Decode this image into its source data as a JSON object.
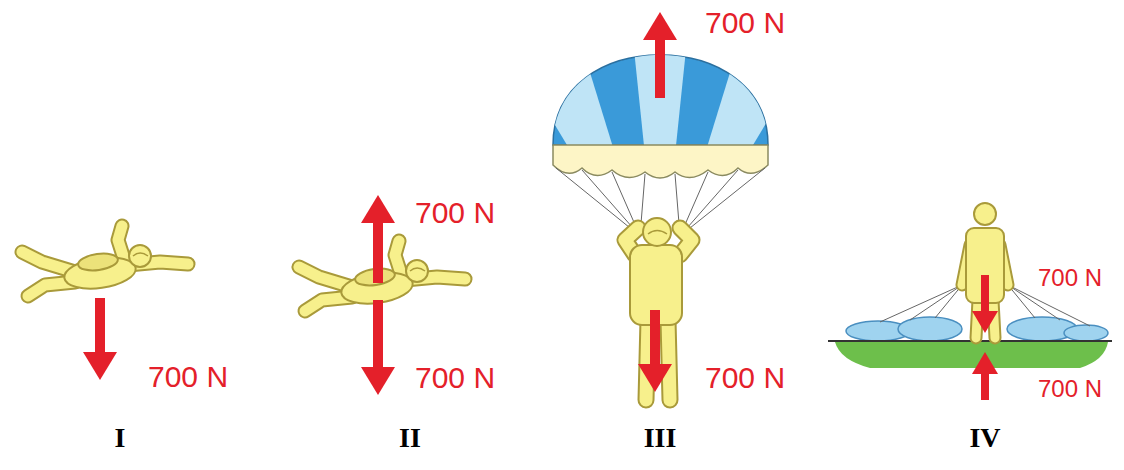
{
  "diagram": {
    "labels": [
      "700 N",
      "700 N",
      "700 N",
      "700 N",
      "700 N",
      "700 N",
      "700 N",
      "I",
      "II",
      "III",
      "IV"
    ]
  }
}
